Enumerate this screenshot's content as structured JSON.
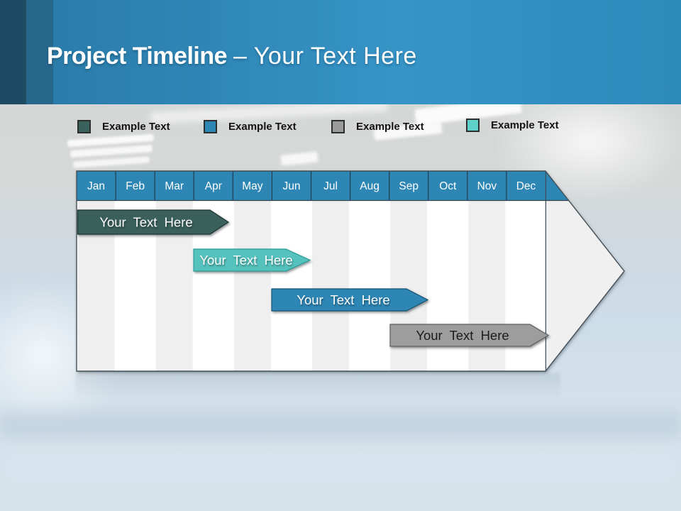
{
  "title": {
    "primary": "Project Timeline",
    "secondary": "– Your Text Here"
  },
  "legend": {
    "items": [
      {
        "label": "Example Text",
        "color": "#3a615c"
      },
      {
        "label": "Example Text",
        "color": "#2e86b5"
      },
      {
        "label": "Example Text",
        "color": "#9b9b9b"
      },
      {
        "label": "Example Text",
        "color": "#5dd0ca"
      }
    ]
  },
  "timeline": {
    "months": [
      "Jan",
      "Feb",
      "Mar",
      "Apr",
      "May",
      "Jun",
      "Jul",
      "Aug",
      "Sep",
      "Oct",
      "Nov",
      "Dec"
    ],
    "header_color": "#2e86b5",
    "bars": [
      {
        "label": "Your Text Here",
        "color": "#3a615c",
        "text_color": "#ffffff",
        "span": "Jan–Apr"
      },
      {
        "label": "Your Text Here",
        "color": "#54c2be",
        "text_color": "#ffffff",
        "span": "Apr–Jun"
      },
      {
        "label": "Your Text Here",
        "color": "#2e86b5",
        "text_color": "#ffffff",
        "span": "Jun–Sep"
      },
      {
        "label": "Your Text Here",
        "color": "#9d9d9d",
        "text_color": "#1b1b1b",
        "span": "Sep–Dec"
      }
    ]
  }
}
